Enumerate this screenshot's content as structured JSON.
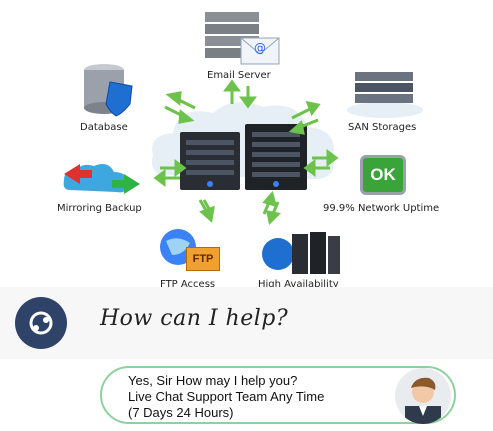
{
  "diagram": {
    "nodes": {
      "email_server": "Email Server",
      "database": "Database",
      "san_storages": "SAN Storages",
      "mirroring_backup": "Mirroring Backup",
      "network_uptime": "99.9% Network Uptime",
      "ftp_access": "FTP Access",
      "high_availability": "High Availability"
    },
    "badges": {
      "ok": "OK",
      "ftp": "FTP"
    },
    "colors": {
      "arrow": "#6cc24a",
      "server": "#2a2d33",
      "cloud": "#e6eef6",
      "ok_green": "#3aa33a"
    }
  },
  "help": {
    "text": "How can I help?",
    "icon": "chat-bubble-icon",
    "colors": {
      "circle": "#2f4368"
    }
  },
  "chat": {
    "line1": "Yes, Sir How may I help you?",
    "line2": "Live Chat Support Team Any Time",
    "line3": "(7 Days 24 Hours)",
    "avatar": "support-agent-avatar"
  }
}
